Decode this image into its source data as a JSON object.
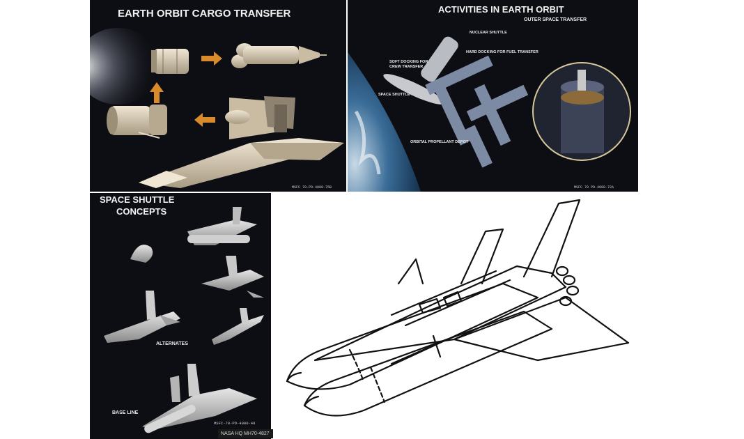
{
  "panels": {
    "cargo": {
      "title": "EARTH ORBIT CARGO TRANSFER",
      "code": "MSFC 70-PD-4000-75B"
    },
    "activities": {
      "title": "ACTIVITIES IN EARTH ORBIT",
      "subtitle": "OUTER SPACE TRANSFER",
      "labels": {
        "nuclear": "NUCLEAR SHUTTLE",
        "hard_docking": "HARD DOCKING FOR FUEL TRANSFER",
        "soft_docking_1": "SOFT DOCKING FOR",
        "soft_docking_2": "CREW TRANSFER",
        "space_shuttle": "SPACE SHUTTLE",
        "depot": "ORBITAL PROPELLANT DEPOT"
      },
      "code": "MSFC 70 PD-4000-72A"
    },
    "concepts": {
      "title_line1": "SPACE SHUTTLE",
      "title_line2": "CONCEPTS",
      "alternates": "ALTERNATES",
      "baseline": "BASE LINE",
      "code": "MSFC-70-PD-4000-48",
      "nasa_tag": "NASA HQ MH70-4827"
    }
  },
  "colors": {
    "panel_bg": "#0d0e14",
    "hull": "#d9cdb6",
    "arrow": "#d98a2b",
    "earth_blue": "#2f5f8f"
  }
}
